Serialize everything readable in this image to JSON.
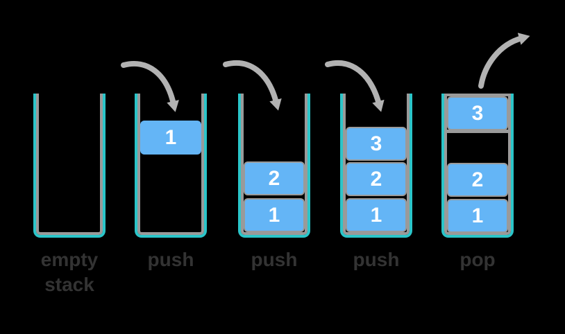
{
  "colors": {
    "background": "#000000",
    "container-teal": "#2bc5c9",
    "container-gray": "#9a9a9a",
    "block-fill": "#64b5f6",
    "block-border": "#9a9a9a",
    "block-number": "#ffffff",
    "arrow": "#b2b2b2",
    "label": "#333333"
  },
  "stacks": [
    {
      "label_lines": [
        "empty",
        "stack"
      ],
      "arrow": "none",
      "blocks": []
    },
    {
      "label_lines": [
        "push"
      ],
      "arrow": "push",
      "blocks": [
        {
          "value": "1"
        }
      ]
    },
    {
      "label_lines": [
        "push"
      ],
      "arrow": "push",
      "blocks": [
        {
          "value": "2"
        },
        {
          "value": "1"
        }
      ]
    },
    {
      "label_lines": [
        "push"
      ],
      "arrow": "push",
      "blocks": [
        {
          "value": "3"
        },
        {
          "value": "2"
        },
        {
          "value": "1"
        }
      ]
    },
    {
      "label_lines": [
        "pop"
      ],
      "arrow": "pop",
      "blocks": [
        {
          "value": "3"
        },
        {
          "value": "2"
        },
        {
          "value": "1"
        }
      ]
    }
  ]
}
